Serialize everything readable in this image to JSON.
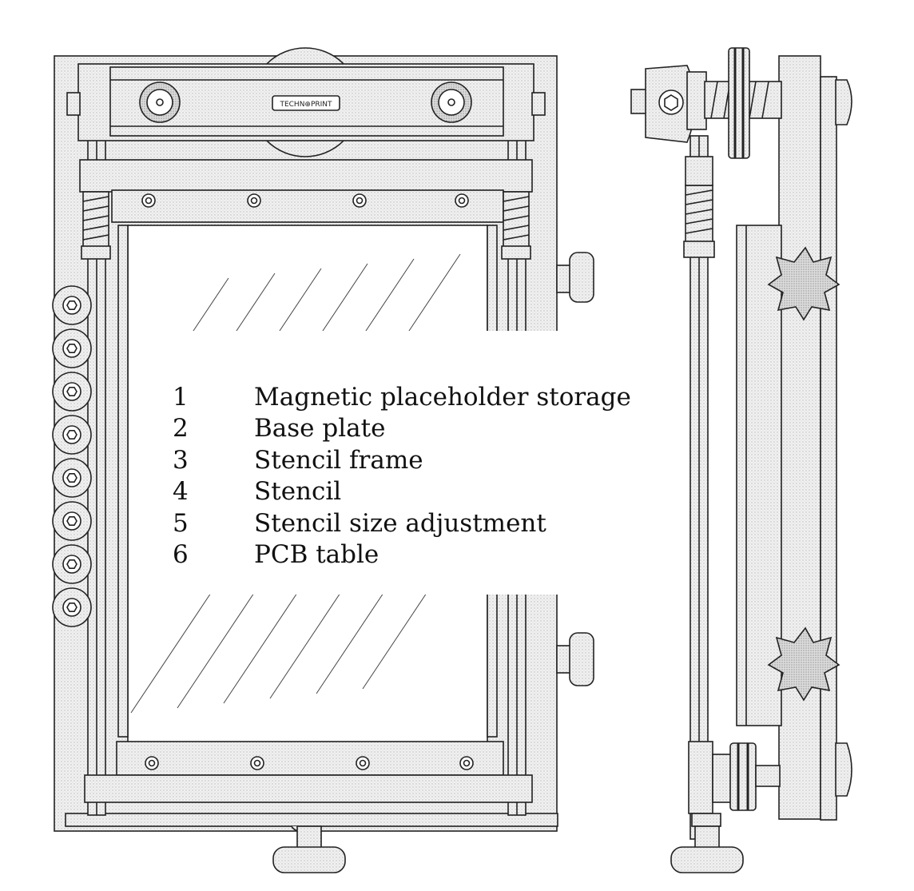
{
  "brand_label": "TECHN⊕PRINT",
  "legend": [
    {
      "number": "1",
      "label": "Magnetic placeholder storage"
    },
    {
      "number": "2",
      "label": "Base plate"
    },
    {
      "number": "3",
      "label": "Stencil frame"
    },
    {
      "number": "4",
      "label": "Stencil"
    },
    {
      "number": "5",
      "label": "Stencil size adjustment"
    },
    {
      "number": "6",
      "label": "PCB table"
    }
  ],
  "colors": {
    "stipple": "#e6e6e6",
    "stipple_dark": "#cfcfcf",
    "line": "#222222"
  }
}
